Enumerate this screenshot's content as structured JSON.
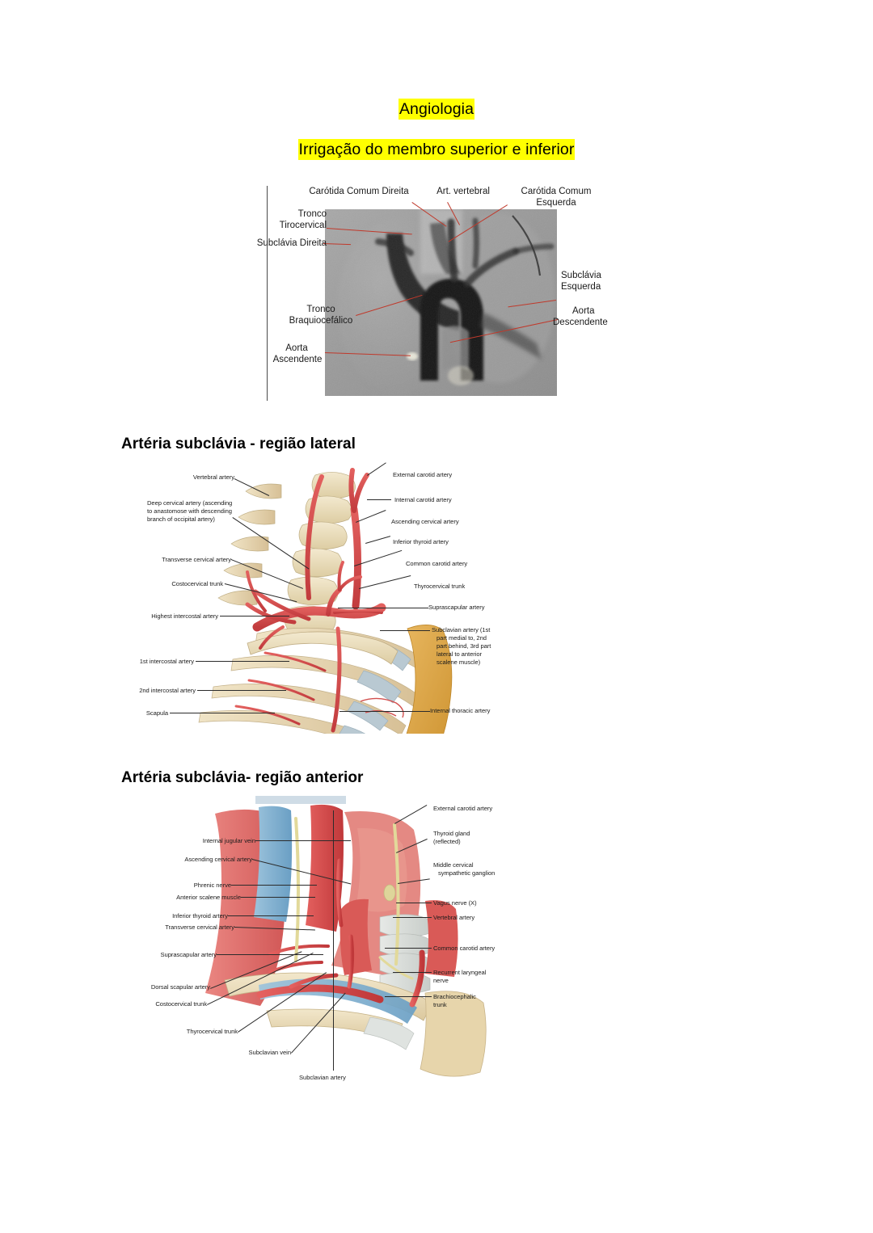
{
  "document": {
    "title": "Angiologia",
    "subtitle": "Irrigação do membro superior e inferior",
    "highlight_color": "#ffff00"
  },
  "sections": [
    {
      "heading": "Artéria subclávia - região lateral"
    },
    {
      "heading": "Artéria subclávia- região anterior"
    }
  ],
  "figures": {
    "angiogram": {
      "name": "aortic-arch-angiogram",
      "type": "grayscale-angiography",
      "leader_color": "#c0392b",
      "labels": {
        "carotida_comum_direita": "Carótida Comum Direita",
        "art_vertebral": "Art. vertebral",
        "carotida_comum_esquerda_l1": "Carótida Comum",
        "carotida_comum_esquerda_l2": "Esquerda",
        "tronco_tirocervical_l1": "Tronco",
        "tronco_tirocervical_l2": "Tirocervical",
        "subclavia_direita": "Subclávia Direita",
        "subclavia_esquerda_l1": "Subclávia",
        "subclavia_esquerda_l2": "Esquerda",
        "tronco_braquiocefalico_l1": "Tronco",
        "tronco_braquiocefalico_l2": "Braquiocefálico",
        "aorta_descendente_l1": "Aorta",
        "aorta_descendente_l2": "Descendente",
        "aorta_ascendente_l1": "Aorta",
        "aorta_ascendente_l2": "Ascendente"
      }
    },
    "lateral": {
      "name": "subclavian-artery-lateral-view",
      "type": "anatomical-illustration",
      "labels": {
        "vertebral_artery": "Vertebral artery",
        "deep_cervical_artery_l1": "Deep cervical artery (ascending",
        "deep_cervical_artery_l2": "to anastomose with descending",
        "deep_cervical_artery_l3": "branch of occipital artery)",
        "transverse_cervical_artery": "Transverse cervical artery",
        "costocervical_trunk": "Costocervical trunk",
        "highest_intercostal_artery": "Highest intercostal artery",
        "first_intercostal_artery": "1st intercostal artery",
        "second_intercostal_artery": "2nd intercostal artery",
        "scapula": "Scapula",
        "external_carotid_artery": "External carotid artery",
        "internal_carotid_artery": "Internal carotid artery",
        "ascending_cervical_artery": "Ascending cervical artery",
        "inferior_thyroid_artery": "Inferior thyroid artery",
        "common_carotid_artery": "Common carotid artery",
        "thyrocervical_trunk": "Thyrocervical trunk",
        "suprascapular_artery": "Suprascapular artery",
        "subclavian_artery_l1": "Subclavian artery (1st",
        "subclavian_artery_l2": "part medial to, 2nd",
        "subclavian_artery_l3": "part behind, 3rd part",
        "subclavian_artery_l4": "lateral to anterior",
        "subclavian_artery_l5": "scalene muscle)",
        "internal_thoracic_artery": "Internal thoracic artery"
      }
    },
    "anterior": {
      "name": "subclavian-artery-anterior-view",
      "type": "anatomical-illustration",
      "labels": {
        "internal_jugular_vein": "Internal jugular vein",
        "ascending_cervical_artery": "Ascending cervical artery",
        "phrenic_nerve": "Phrenic nerve",
        "anterior_scalene_muscle": "Anterior scalene muscle",
        "inferior_thyroid_artery": "Inferior thyroid artery",
        "transverse_cervical_artery": "Transverse cervical artery",
        "suprascapular_artery": "Suprascapular artery",
        "dorsal_scapular_artery": "Dorsal scapular artery",
        "costocervical_trunk": "Costocervical trunk",
        "thyrocervical_trunk": "Thyrocervical trunk",
        "subclavian_vein": "Subclavian vein",
        "subclavian_artery": "Subclavian artery",
        "external_carotid_artery": "External carotid artery",
        "thyroid_gland_l1": "Thyroid gland",
        "thyroid_gland_l2": "(reflected)",
        "middle_cervical_ganglion_l1": "Middle cervical",
        "middle_cervical_ganglion_l2": "sympathetic ganglion",
        "vagus_nerve": "Vagus nerve (X)",
        "vertebral_artery": "Vertebral artery",
        "common_carotid_artery": "Common carotid artery",
        "recurrent_laryngeal_nerve_l1": "Recurrent laryngeal",
        "recurrent_laryngeal_nerve_l2": "nerve",
        "brachiocephalic_trunk_l1": "Brachiocephalic",
        "brachiocephalic_trunk_l2": "trunk"
      }
    }
  },
  "palette": {
    "artery_red": "#d4484a",
    "muscle_red": "#e06a66",
    "bone_cream": "#ece0c4",
    "bone_tan": "#d8a74e",
    "cartilage_blue": "#b9cbd4",
    "vein_blue": "#7fa9c9",
    "nerve_yellow": "#e4dca0",
    "highlight": "#ffff00"
  }
}
